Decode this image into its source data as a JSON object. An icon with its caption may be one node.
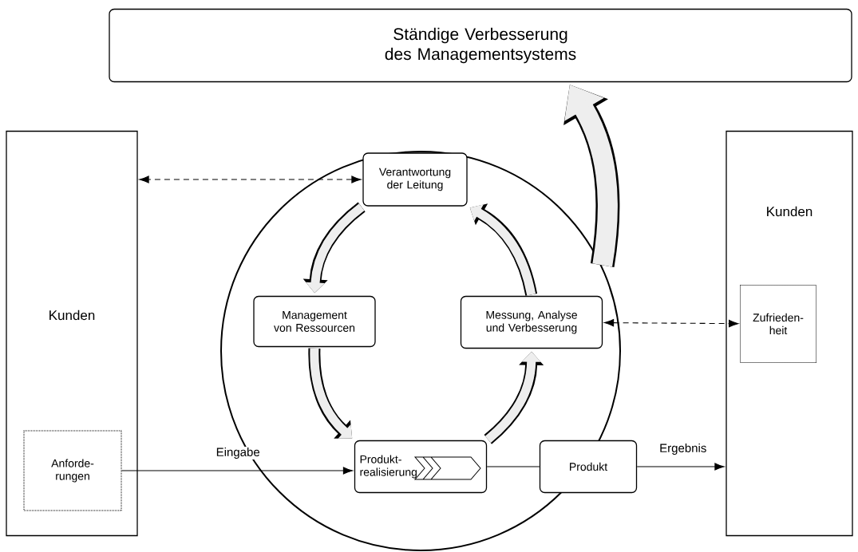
{
  "diagram": {
    "nodes": [
      {
        "text": [
          "Ständige Verbesserung des Managementsystems"
        ]
      },
      {
        "text": [
          "Kunden"
        ]
      },
      {
        "text": [
          "Anforde-rungen"
        ],
        "in": 1
      },
      {
        "text": [],
        "shape": "circle"
      },
      {
        "text": [
          "Verantwortung der Leitung"
        ],
        "in": 3
      },
      {
        "text": [
          "Management von Ressourcen"
        ],
        "in": 3
      },
      {
        "text": [
          "Messung, Analyse und Verbesserung"
        ],
        "in": 3
      },
      {
        "text": [
          "Produkt-realisierung"
        ],
        "in": 3
      },
      {
        "text": [
          "Produkt"
        ]
      },
      {
        "text": [
          "Kunden"
        ]
      },
      {
        "text": [
          "Zufrieden-heit"
        ],
        "in": 9
      }
    ],
    "edges": [
      {
        "from": 4,
        "to": 1,
        "arrow": "both",
        "style": "dashed"
      },
      {
        "from": 6,
        "to": 10,
        "arrow": "both",
        "style": "dashed"
      },
      {
        "from": 2,
        "to": 7,
        "arrow": "to",
        "label": "Eingabe"
      },
      {
        "from": 7,
        "to": 8,
        "arrow": "none"
      },
      {
        "from": 8,
        "to": 9,
        "arrow": "to",
        "label": "Ergebnis"
      },
      {
        "from": 4,
        "to": 5,
        "arrow": "to",
        "style": "thick",
        "color": "#eeeeee"
      },
      {
        "from": 5,
        "to": 7,
        "arrow": "to",
        "style": "thick",
        "color": "#eeeeee"
      },
      {
        "from": 7,
        "to": 6,
        "arrow": "to",
        "style": "thick",
        "color": "#eeeeee"
      },
      {
        "from": 6,
        "to": 4,
        "arrow": "to",
        "style": "thick",
        "color": "#eeeeee"
      },
      {
        "from": 3,
        "to": 0,
        "arrow": "to",
        "style": "thick",
        "color": "#eeeeee"
      }
    ]
  }
}
